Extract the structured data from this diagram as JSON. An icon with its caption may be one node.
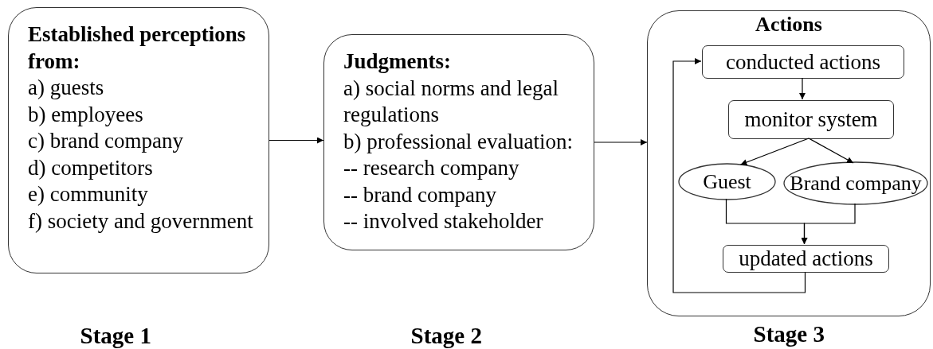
{
  "diagram": {
    "nodes": [
      {
        "text": [
          "Established perceptions from:",
          "a) guests",
          "b) employees",
          "c) brand company",
          "d) competitors",
          "e) community",
          "f) society and government"
        ]
      },
      {
        "text": [
          "Judgments:",
          "a) social norms and legal regulations",
          "b) professional evaluation:",
          "-- research company",
          "-- brand company",
          "-- involved stakeholder"
        ]
      },
      {
        "text": [
          "Actions"
        ]
      },
      {
        "text": [
          "conducted actions"
        ],
        "in": 2
      },
      {
        "text": [
          "monitor system"
        ],
        "in": 2
      },
      {
        "text": [
          "Guest"
        ],
        "in": 2
      },
      {
        "text": [
          "Brand company"
        ],
        "in": 2
      },
      {
        "text": [
          "updated actions"
        ],
        "in": 2
      }
    ],
    "edges": [
      {
        "from": 0,
        "to": 1,
        "arrow": "to"
      },
      {
        "from": 1,
        "to": 2,
        "arrow": "to"
      },
      {
        "from": 3,
        "to": 4,
        "arrow": "to"
      },
      {
        "from": 4,
        "to": 5,
        "arrow": "to"
      },
      {
        "from": 4,
        "to": 6,
        "arrow": "to"
      },
      {
        "from": 5,
        "to": 7,
        "arrow": "to"
      },
      {
        "from": 6,
        "to": 7,
        "arrow": "to"
      },
      {
        "from": 7,
        "to": 3,
        "arrow": "to"
      }
    ],
    "labels": [
      "Stage 1",
      "Stage 2",
      "Stage 3"
    ]
  }
}
